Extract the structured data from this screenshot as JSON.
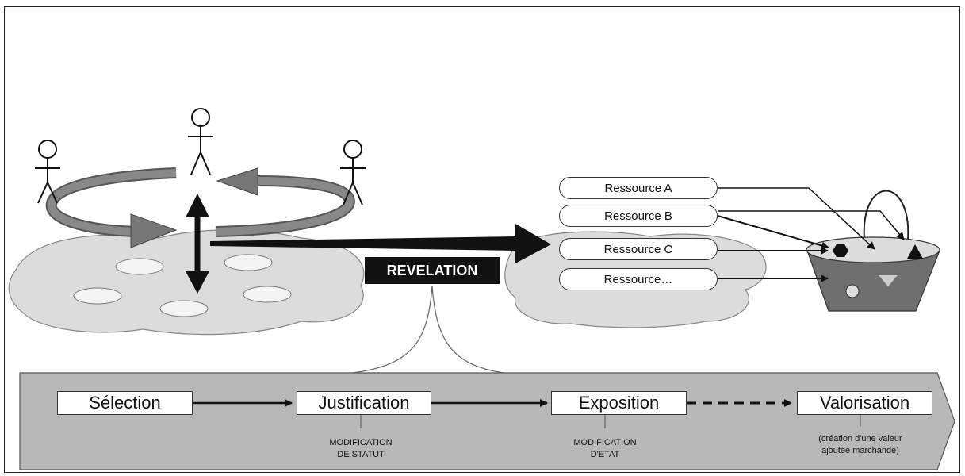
{
  "revelation_label": "REVELATION",
  "resources": [
    "Ressource A",
    "Ressource B",
    "Ressource C",
    "Ressource…"
  ],
  "stages": [
    {
      "label": "Sélection",
      "note_lines": []
    },
    {
      "label": "Justification",
      "note_lines": [
        "MODIFICATION",
        "DE STATUT"
      ]
    },
    {
      "label": "Exposition",
      "note_lines": [
        "MODIFICATION",
        "D'ETAT"
      ]
    },
    {
      "label": "Valorisation",
      "note_lines": [
        "(création d'une valeur",
        "ajoutée marchande)"
      ]
    }
  ],
  "colors": {
    "pool": "#dcdcdc",
    "arrow_gray": "#777777",
    "band": "#b8b8b8",
    "basket": "#6f6f6f",
    "dark": "#111111"
  },
  "icons": [
    "person-icon",
    "rotation-arrow-icon",
    "basket-icon",
    "hexagon-icon",
    "triangle-icon",
    "circle-icon"
  ]
}
